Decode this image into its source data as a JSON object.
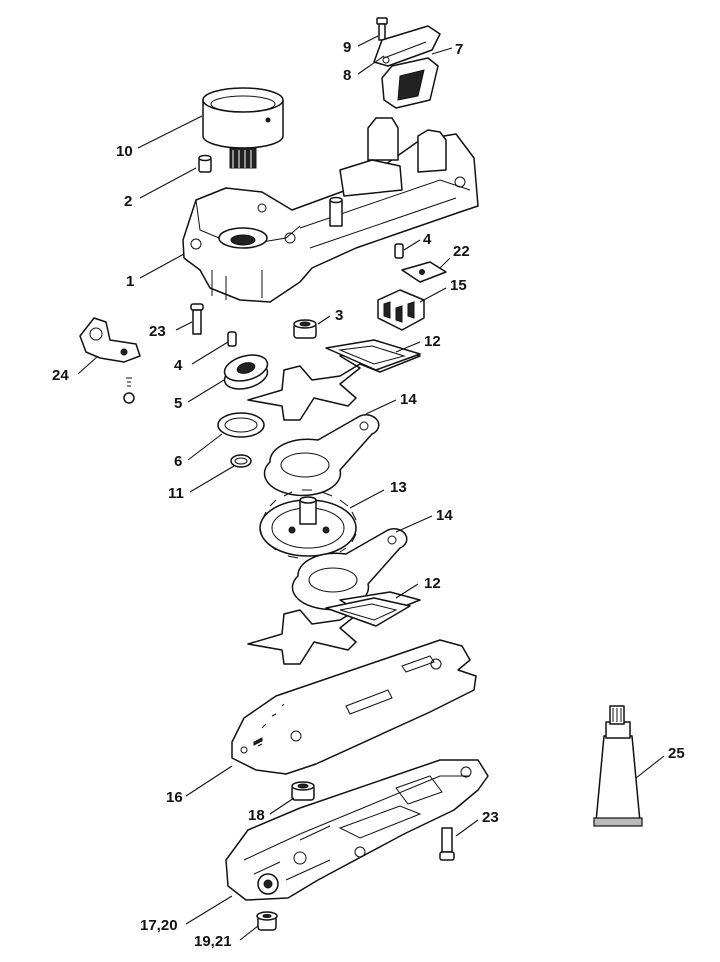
{
  "callouts": [
    {
      "key": "9",
      "text": "9"
    },
    {
      "key": "8",
      "text": "8"
    },
    {
      "key": "7",
      "text": "7"
    },
    {
      "key": "10",
      "text": "10"
    },
    {
      "key": "2",
      "text": "2"
    },
    {
      "key": "1",
      "text": "1"
    },
    {
      "key": "4a",
      "text": "4"
    },
    {
      "key": "22",
      "text": "22"
    },
    {
      "key": "15",
      "text": "15"
    },
    {
      "key": "23a",
      "text": "23"
    },
    {
      "key": "3",
      "text": "3"
    },
    {
      "key": "24",
      "text": "24"
    },
    {
      "key": "4b",
      "text": "4"
    },
    {
      "key": "12a",
      "text": "12"
    },
    {
      "key": "5",
      "text": "5"
    },
    {
      "key": "14a",
      "text": "14"
    },
    {
      "key": "6",
      "text": "6"
    },
    {
      "key": "11",
      "text": "11"
    },
    {
      "key": "13",
      "text": "13"
    },
    {
      "key": "14b",
      "text": "14"
    },
    {
      "key": "12b",
      "text": "12"
    },
    {
      "key": "25",
      "text": "25"
    },
    {
      "key": "16",
      "text": "16"
    },
    {
      "key": "18",
      "text": "18"
    },
    {
      "key": "23b",
      "text": "23"
    },
    {
      "key": "17_20",
      "text": "17,20"
    },
    {
      "key": "19_21",
      "text": "19,21"
    }
  ]
}
